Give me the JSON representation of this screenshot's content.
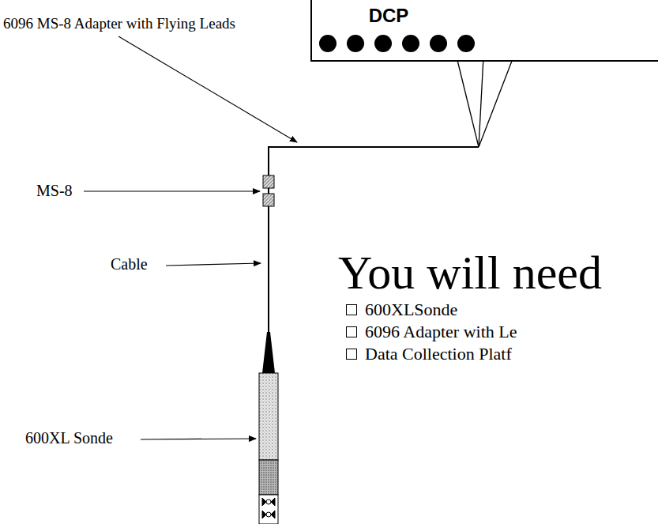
{
  "diagram": {
    "nodes": [
      {
        "text": [
          "DCP"
        ]
      }
    ],
    "labels": [
      "6096 MS-8 Adapter  with Flying Leads",
      "MS-8",
      "Cable",
      "600XL Sonde",
      "You will need",
      "600XLSonde",
      "6096 Adapter with Le",
      "Data Collection Platf"
    ]
  }
}
